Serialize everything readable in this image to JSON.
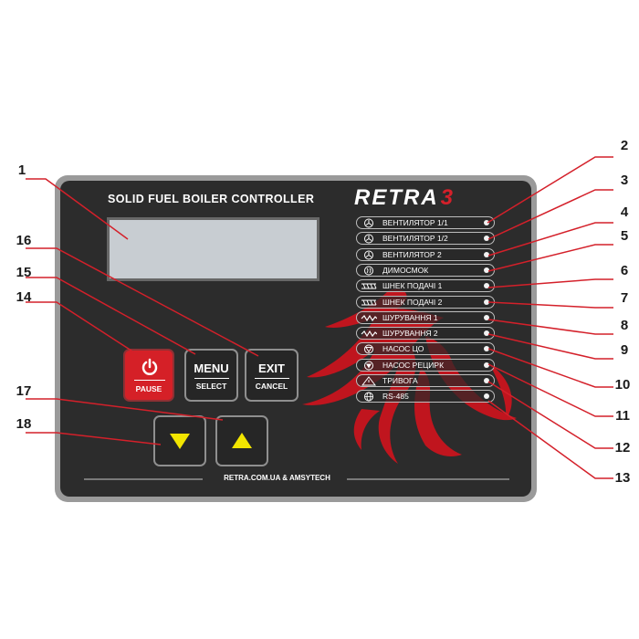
{
  "panel": {
    "title": "SOLID FUEL BOILER CONTROLLER",
    "logo_text": "RETRA",
    "logo_number": "3",
    "footer": "RETRA.COM.UA & AMSYTECH"
  },
  "buttons": {
    "pause": {
      "icon": "power-icon",
      "label": "PAUSE"
    },
    "menu": {
      "label": "MENU",
      "sublabel": "SELECT"
    },
    "exit": {
      "label": "EXIT",
      "sublabel": "CANCEL"
    },
    "down": {
      "icon": "triangle-down-icon"
    },
    "up": {
      "icon": "triangle-up-icon"
    }
  },
  "indicators": [
    {
      "label": "ВЕНТИЛЯТОР 1/1",
      "icon": "fan-icon"
    },
    {
      "label": "ВЕНТИЛЯТОР 1/2",
      "icon": "fan-icon"
    },
    {
      "label": "ВЕНТИЛЯТОР 2",
      "icon": "fan-icon"
    },
    {
      "label": "ДИМОСМОК",
      "icon": "smoke-exhauster-icon"
    },
    {
      "label": "ШНЕК ПОДАЧІ 1",
      "icon": "auger-icon"
    },
    {
      "label": "ШНЕК ПОДАЧІ 2",
      "icon": "auger-icon"
    },
    {
      "label": "ШУРУВАННЯ 1",
      "icon": "poker-icon"
    },
    {
      "label": "ШУРУВАННЯ 2",
      "icon": "poker-icon"
    },
    {
      "label": "НАСОС ЦО",
      "icon": "pump-icon"
    },
    {
      "label": "НАСОС РЕЦИРК",
      "icon": "pump-filled-icon"
    },
    {
      "label": "ТРИВОГА",
      "icon": "warning-icon"
    },
    {
      "label": "RS-485",
      "icon": "globe-icon"
    }
  ],
  "callouts": [
    "1",
    "2",
    "3",
    "4",
    "5",
    "6",
    "7",
    "8",
    "9",
    "10",
    "11",
    "12",
    "13",
    "14",
    "15",
    "16",
    "17",
    "18"
  ],
  "colors": {
    "panel_border": "#9a9a9a",
    "panel_face": "#2c2c2c",
    "pause_button": "#d52027",
    "arrow_yellow": "#f2e500",
    "callout_line": "#d4202a",
    "flame": "#c8141e"
  }
}
